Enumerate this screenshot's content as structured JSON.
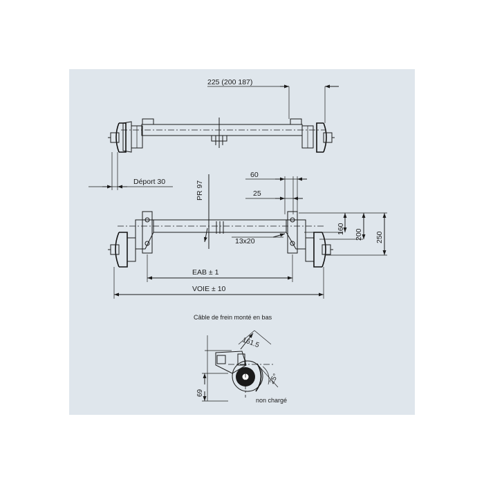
{
  "colors": {
    "panel_bg": "#dfe6ec",
    "ink": "#1a1a1a"
  },
  "dimensions": {
    "top_offset": "225 (200 187)",
    "deport": "Déport 30",
    "pr": "PR 97",
    "d60": "60",
    "d25": "25",
    "d160": "160",
    "d200": "200",
    "d250": "250",
    "thread": "13x20",
    "eab": "EAB ± 1",
    "voie": "VOIE ± 10"
  },
  "detail": {
    "caption": "Câble de frein monté en bas",
    "d161": "161.5",
    "angle": "25°",
    "d69": "69",
    "note": "non chargé"
  }
}
